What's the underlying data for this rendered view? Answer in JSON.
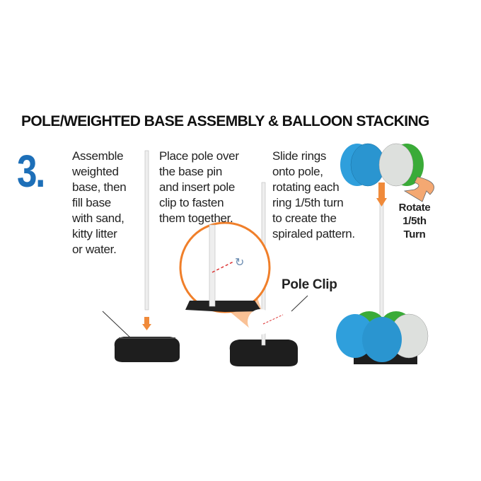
{
  "title": "POLE/WEIGHTED BASE ASSEMBLY & BALLOON STACKING",
  "step_number": "3.",
  "steps": [
    {
      "lines": [
        "Assemble",
        "weighted",
        "base, then",
        "fill base",
        "with sand,",
        "kitty litter",
        "or water."
      ]
    },
    {
      "lines": [
        "Place pole over",
        "the base pin",
        "and insert pole",
        "clip to fasten",
        "them together."
      ]
    },
    {
      "lines": [
        "Slide rings",
        "onto pole,",
        "rotating each",
        "ring 1/5th turn",
        "to create the",
        "spiraled pattern."
      ]
    }
  ],
  "labels": {
    "pole_clip": "Pole Clip",
    "rotate": [
      "Rotate",
      "1/5th",
      "Turn"
    ]
  },
  "colors": {
    "step": "#1d6fb8",
    "blue_balloon": "#2f9fdc",
    "green_balloon": "#3aab38",
    "grey_balloon": "#dde0dd",
    "orange": "#f07f2a",
    "base": "#1e1e1e"
  }
}
